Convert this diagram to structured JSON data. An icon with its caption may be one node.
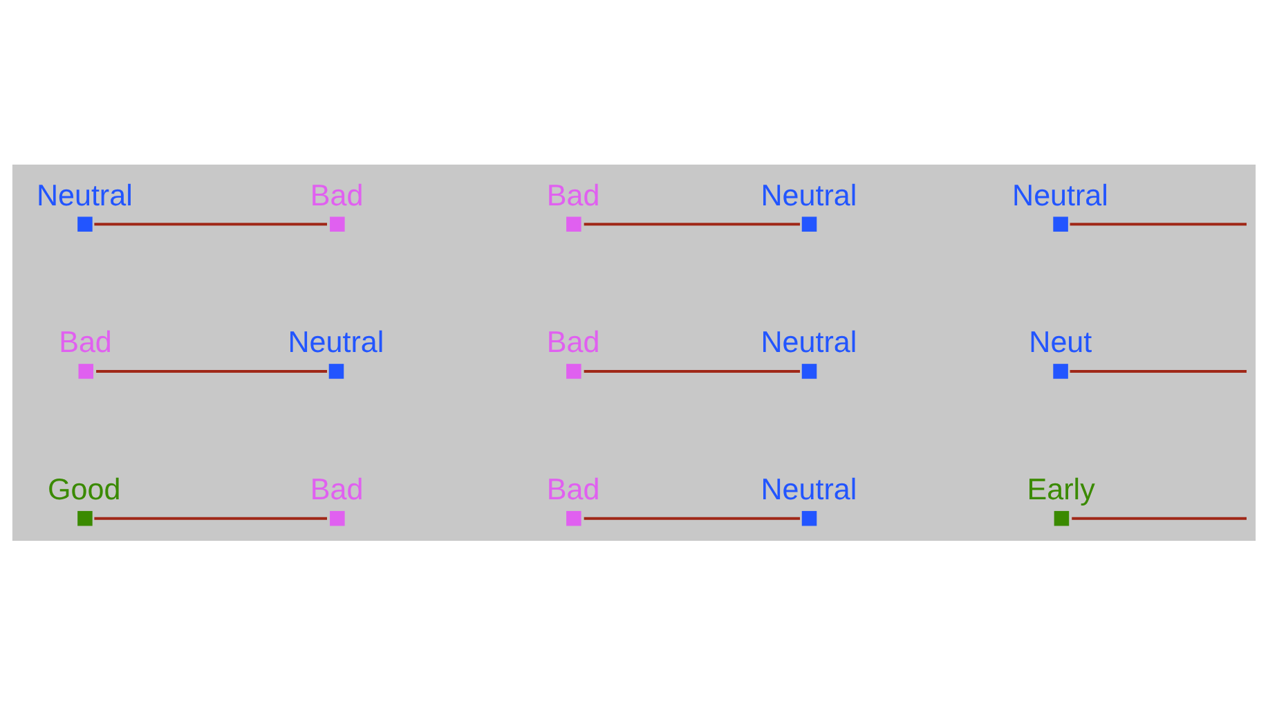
{
  "diagram": {
    "nodes": [
      {
        "text": [
          "Neutral"
        ]
      },
      {
        "text": [
          "Bad"
        ]
      },
      {
        "text": [
          "Bad"
        ]
      },
      {
        "text": [
          "Neutral"
        ]
      },
      {
        "text": [
          "Neutral"
        ]
      },
      {
        "text": [
          "Bad"
        ]
      },
      {
        "text": [
          "Neutral"
        ]
      },
      {
        "text": [
          "Bad"
        ]
      },
      {
        "text": [
          "Neutral"
        ]
      },
      {
        "text": [
          "Neut"
        ]
      },
      {
        "text": [
          "Good"
        ]
      },
      {
        "text": [
          "Bad"
        ]
      },
      {
        "text": [
          "Bad"
        ]
      },
      {
        "text": [
          "Neutral"
        ]
      },
      {
        "text": [
          "Early"
        ]
      }
    ],
    "edges": [
      {
        "from": 0,
        "to": 1,
        "arrow": "none"
      },
      {
        "from": 2,
        "to": 3,
        "arrow": "none"
      },
      {
        "from": 4,
        "to": null,
        "arrow": "none"
      },
      {
        "from": 5,
        "to": 6,
        "arrow": "none"
      },
      {
        "from": 7,
        "to": 8,
        "arrow": "none"
      },
      {
        "from": 9,
        "to": null,
        "arrow": "none"
      },
      {
        "from": 10,
        "to": 11,
        "arrow": "none"
      },
      {
        "from": 12,
        "to": 13,
        "arrow": "none"
      },
      {
        "from": 14,
        "to": null,
        "arrow": "none"
      }
    ]
  }
}
